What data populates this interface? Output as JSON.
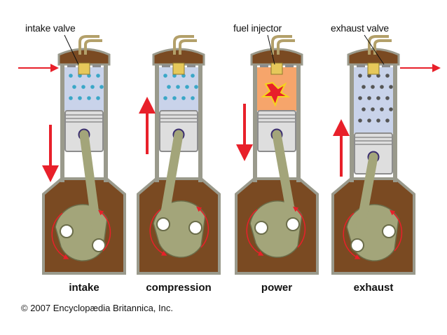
{
  "callouts": {
    "intake_valve": "intake valve",
    "fuel_injector": "fuel injector",
    "exhaust_valve": "exhaust valve"
  },
  "strokes": [
    {
      "label": "intake",
      "piston": "down",
      "charge": "fuel-air",
      "valve_flow": "in"
    },
    {
      "label": "compression",
      "piston": "up",
      "charge": "fuel-air",
      "valve_flow": "none"
    },
    {
      "label": "power",
      "piston": "down",
      "charge": "ignition",
      "valve_flow": "none"
    },
    {
      "label": "exhaust",
      "piston": "up",
      "charge": "exhaust-gas",
      "valve_flow": "out"
    }
  ],
  "copyright": "© 2007 Encyclopædia Britannica, Inc.",
  "colors": {
    "crankcase": "#7a4a22",
    "crankcase_border": "#9a9a8c",
    "cylinder_gas": "#c9d3ea",
    "piston": "#dedede",
    "crank_arm": "#a3a57a",
    "motion_arrow": "#e8202a",
    "fuel_dot": "#3aa7c7",
    "exhaust_dot": "#555555",
    "ignition": "#f6a56b"
  }
}
